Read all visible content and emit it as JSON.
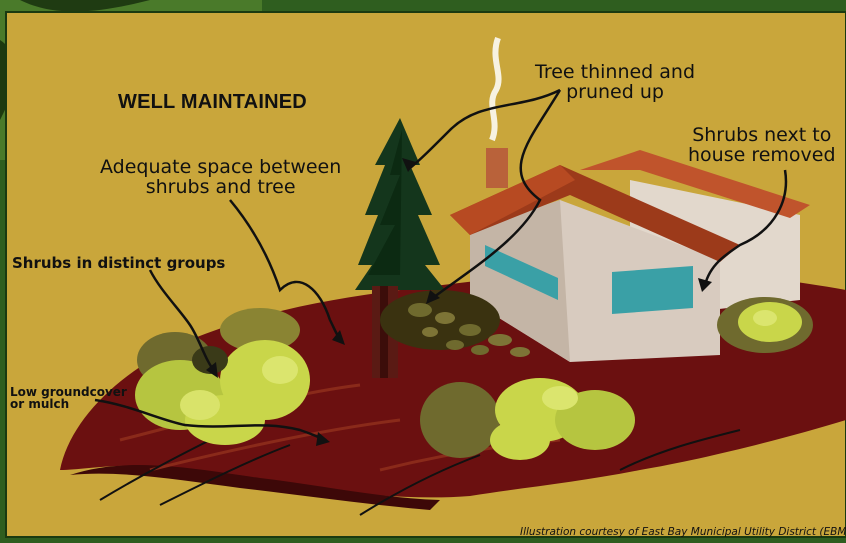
{
  "title": "WELL MAINTAINED",
  "labels": {
    "tree_thinned": "Tree thinned and\npruned up",
    "adequate_space": "Adequate space between\nshrubs and tree",
    "shrubs_removed": "Shrubs next to\nhouse removed",
    "shrubs_groups": "Shrubs in distinct groups",
    "groundcover": "Low groundcover\nor mulch"
  },
  "credit": "Illustration courtesy of East Bay Municipal Utility District (EBMUD)",
  "colors": {
    "background": "#c9a63b",
    "soil": "#6b1010",
    "roof": "#9c3a1a",
    "wall": "#d8cbbf",
    "window": "#3aa0a6",
    "tree": "#14361c",
    "shrub_light": "#c9d64a",
    "shrub_dark": "#6f6a2e"
  }
}
